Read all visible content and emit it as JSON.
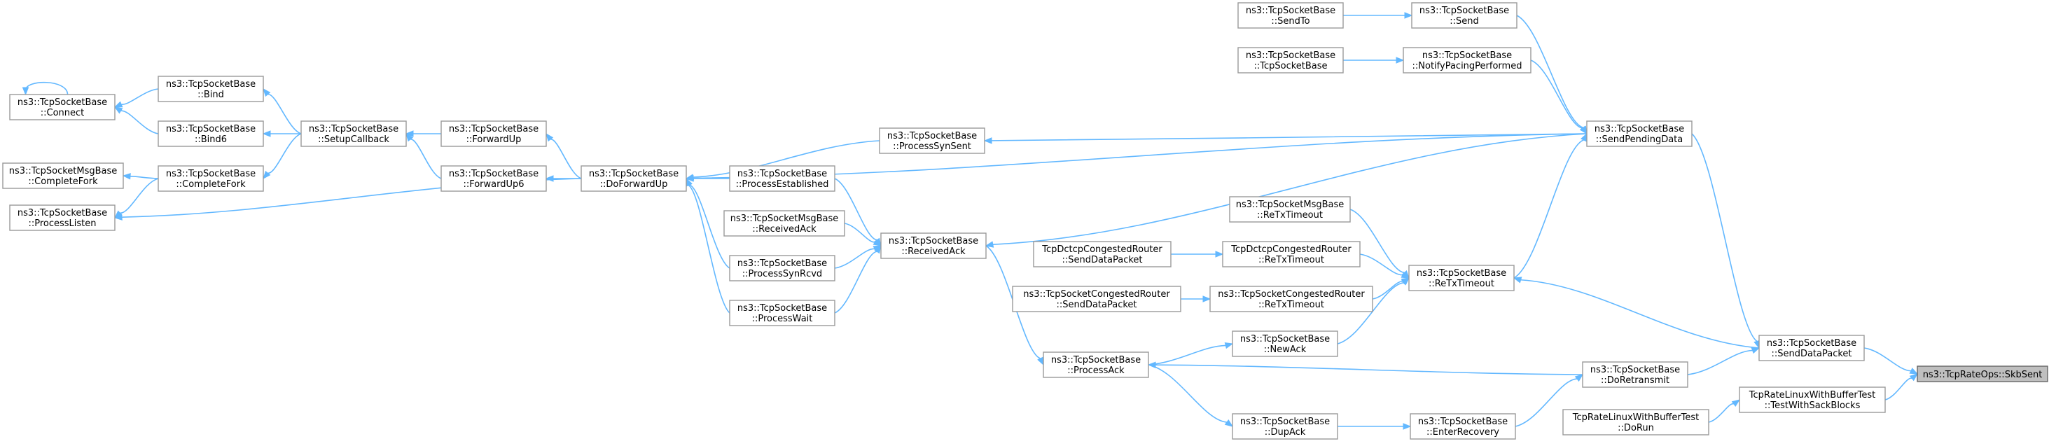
{
  "nodes": [
    {
      "id": "skbsent",
      "lines": [
        "ns3::TcpRateOps::SkbSent"
      ],
      "root": true
    },
    {
      "id": "senddatapacket",
      "lines": [
        "ns3::TcpSocketBase",
        "::SendDataPacket"
      ]
    },
    {
      "id": "testwithsack",
      "lines": [
        "TcpRateLinuxWithBufferTest",
        "::TestWithSackBlocks"
      ]
    },
    {
      "id": "dorun",
      "lines": [
        "TcpRateLinuxWithBufferTest",
        "::DoRun"
      ]
    },
    {
      "id": "sendpending",
      "lines": [
        "ns3::TcpSocketBase",
        "::SendPendingData"
      ]
    },
    {
      "id": "dortx",
      "lines": [
        "ns3::TcpSocketBase",
        "::DoRetransmit"
      ]
    },
    {
      "id": "send",
      "lines": [
        "ns3::TcpSocketBase",
        "::Send"
      ]
    },
    {
      "id": "sendto",
      "lines": [
        "ns3::TcpSocketBase",
        "::SendTo"
      ]
    },
    {
      "id": "notifypacing",
      "lines": [
        "ns3::TcpSocketBase",
        "::NotifyPacingPerformed"
      ]
    },
    {
      "id": "tcpsb",
      "lines": [
        "ns3::TcpSocketBase",
        "::TcpSocketBase"
      ]
    },
    {
      "id": "retx",
      "lines": [
        "ns3::TcpSocketBase",
        "::ReTxTimeout"
      ]
    },
    {
      "id": "msgretx",
      "lines": [
        "ns3::TcpSocketMsgBase",
        "::ReTxTimeout"
      ]
    },
    {
      "id": "dctcpretx",
      "lines": [
        "TcpDctcpCongestedRouter",
        "::ReTxTimeout"
      ]
    },
    {
      "id": "dctcpsend",
      "lines": [
        "TcpDctcpCongestedRouter",
        "::SendDataPacket"
      ]
    },
    {
      "id": "congretx",
      "lines": [
        "ns3::TcpSocketCongestedRouter",
        "::ReTxTimeout"
      ]
    },
    {
      "id": "congsend",
      "lines": [
        "ns3::TcpSocketCongestedRouter",
        "::SendDataPacket"
      ]
    },
    {
      "id": "newack",
      "lines": [
        "ns3::TcpSocketBase",
        "::NewAck"
      ]
    },
    {
      "id": "processack",
      "lines": [
        "ns3::TcpSocketBase",
        "::ProcessAck"
      ]
    },
    {
      "id": "dupack",
      "lines": [
        "ns3::TcpSocketBase",
        "::DupAck"
      ]
    },
    {
      "id": "enterrecovery",
      "lines": [
        "ns3::TcpSocketBase",
        "::EnterRecovery"
      ]
    },
    {
      "id": "receivedack",
      "lines": [
        "ns3::TcpSocketBase",
        "::ReceivedAck"
      ]
    },
    {
      "id": "msgreceivedack",
      "lines": [
        "ns3::TcpSocketMsgBase",
        "::ReceivedAck"
      ]
    },
    {
      "id": "processest",
      "lines": [
        "ns3::TcpSocketBase",
        "::ProcessEstablished"
      ]
    },
    {
      "id": "processsynrcvd",
      "lines": [
        "ns3::TcpSocketBase",
        "::ProcessSynRcvd"
      ]
    },
    {
      "id": "processwait",
      "lines": [
        "ns3::TcpSocketBase",
        "::ProcessWait"
      ]
    },
    {
      "id": "processsynsent",
      "lines": [
        "ns3::TcpSocketBase",
        "::ProcessSynSent"
      ]
    },
    {
      "id": "doforwardup",
      "lines": [
        "ns3::TcpSocketBase",
        "::DoForwardUp"
      ]
    },
    {
      "id": "forwardup",
      "lines": [
        "ns3::TcpSocketBase",
        "::ForwardUp"
      ]
    },
    {
      "id": "forwardup6",
      "lines": [
        "ns3::TcpSocketBase",
        "::ForwardUp6"
      ]
    },
    {
      "id": "setupcallback",
      "lines": [
        "ns3::TcpSocketBase",
        "::SetupCallback"
      ]
    },
    {
      "id": "bind",
      "lines": [
        "ns3::TcpSocketBase",
        "::Bind"
      ]
    },
    {
      "id": "bind6",
      "lines": [
        "ns3::TcpSocketBase",
        "::Bind6"
      ]
    },
    {
      "id": "completefork",
      "lines": [
        "ns3::TcpSocketBase",
        "::CompleteFork"
      ]
    },
    {
      "id": "msgcompletefork",
      "lines": [
        "ns3::TcpSocketMsgBase",
        "::CompleteFork"
      ]
    },
    {
      "id": "connect",
      "lines": [
        "ns3::TcpSocketBase",
        "::Connect"
      ]
    },
    {
      "id": "processlisten",
      "lines": [
        "ns3::TcpSocketBase",
        "::ProcessListen"
      ]
    }
  ],
  "edges": [
    [
      "senddatapacket",
      "skbsent"
    ],
    [
      "testwithsack",
      "skbsent"
    ],
    [
      "dorun",
      "testwithsack"
    ],
    [
      "sendpending",
      "senddatapacket"
    ],
    [
      "dortx",
      "senddatapacket"
    ],
    [
      "sendto",
      "send"
    ],
    [
      "send",
      "sendpending"
    ],
    [
      "tcpsb",
      "notifypacing"
    ],
    [
      "notifypacing",
      "sendpending"
    ],
    [
      "retx",
      "sendpending"
    ],
    [
      "senddatapacket",
      "retx"
    ],
    [
      "msgretx",
      "retx"
    ],
    [
      "dctcpsend",
      "dctcpretx"
    ],
    [
      "dctcpretx",
      "retx"
    ],
    [
      "congsend",
      "congretx"
    ],
    [
      "congretx",
      "retx"
    ],
    [
      "newack",
      "retx"
    ],
    [
      "processack",
      "newack"
    ],
    [
      "dortx",
      "processack"
    ],
    [
      "enterrecovery",
      "dortx"
    ],
    [
      "dupack",
      "enterrecovery"
    ],
    [
      "processack",
      "dupack"
    ],
    [
      "receivedack",
      "processack"
    ],
    [
      "sendpending",
      "receivedack"
    ],
    [
      "msgreceivedack",
      "receivedack"
    ],
    [
      "processest",
      "receivedack"
    ],
    [
      "processsynrcvd",
      "receivedack"
    ],
    [
      "processwait",
      "receivedack"
    ],
    [
      "sendpending",
      "processsynsent"
    ],
    [
      "processsynsent",
      "doforwardup"
    ],
    [
      "sendpending",
      "doforwardup"
    ],
    [
      "processest",
      "doforwardup"
    ],
    [
      "processsynrcvd",
      "doforwardup"
    ],
    [
      "processwait",
      "doforwardup"
    ],
    [
      "doforwardup",
      "processlisten"
    ],
    [
      "doforwardup",
      "forwardup"
    ],
    [
      "doforwardup",
      "forwardup6"
    ],
    [
      "forwardup",
      "setupcallback"
    ],
    [
      "forwardup6",
      "setupcallback"
    ],
    [
      "setupcallback",
      "bind"
    ],
    [
      "setupcallback",
      "bind6"
    ],
    [
      "setupcallback",
      "completefork"
    ],
    [
      "bind",
      "connect"
    ],
    [
      "bind6",
      "connect"
    ],
    [
      "connect",
      "connect"
    ],
    [
      "completefork",
      "msgcompletefork"
    ],
    [
      "completefork",
      "processlisten"
    ]
  ],
  "colors": {
    "edge": "#63b8ff",
    "node_border": "#999999",
    "root_fill": "#bfbfbf"
  }
}
